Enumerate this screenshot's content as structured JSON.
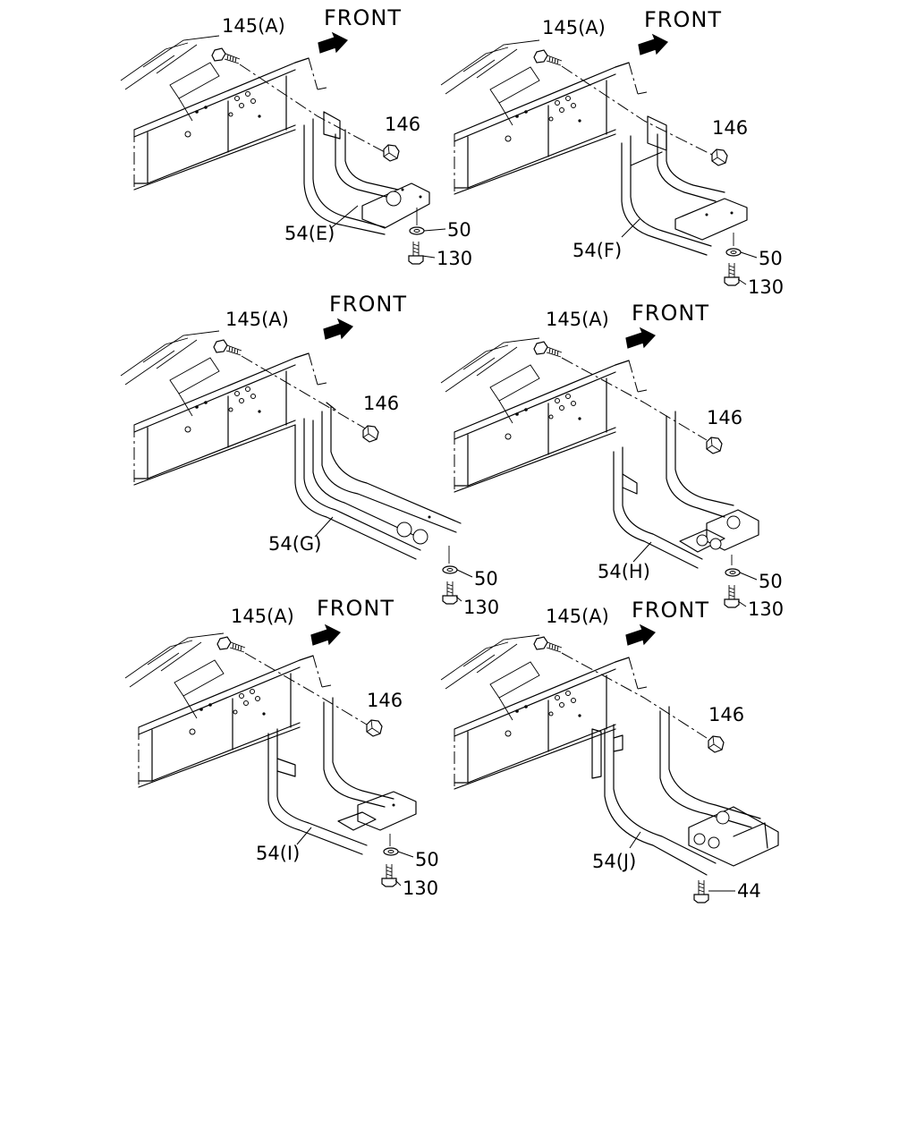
{
  "diagram": {
    "front_label": "FRONT",
    "panels": [
      {
        "id": "E",
        "labels": {
          "bolt": "145(A)",
          "nut": "146",
          "bracket": "54(E)",
          "washer": "50",
          "screw": "130"
        }
      },
      {
        "id": "F",
        "labels": {
          "bolt": "145(A)",
          "nut": "146",
          "bracket": "54(F)",
          "washer": "50",
          "screw": "130"
        }
      },
      {
        "id": "G",
        "labels": {
          "bolt": "145(A)",
          "nut": "146",
          "bracket": "54(G)",
          "washer": "50",
          "screw": "130"
        }
      },
      {
        "id": "H",
        "labels": {
          "bolt": "145(A)",
          "nut": "146",
          "bracket": "54(H)",
          "washer": "50",
          "screw": "130"
        }
      },
      {
        "id": "I",
        "labels": {
          "bolt": "145(A)",
          "nut": "146",
          "bracket": "54(I)",
          "washer": "50",
          "screw": "130"
        }
      },
      {
        "id": "J",
        "labels": {
          "bolt": "145(A)",
          "nut": "146",
          "bracket": "54(J)",
          "screw": "44"
        }
      }
    ]
  }
}
